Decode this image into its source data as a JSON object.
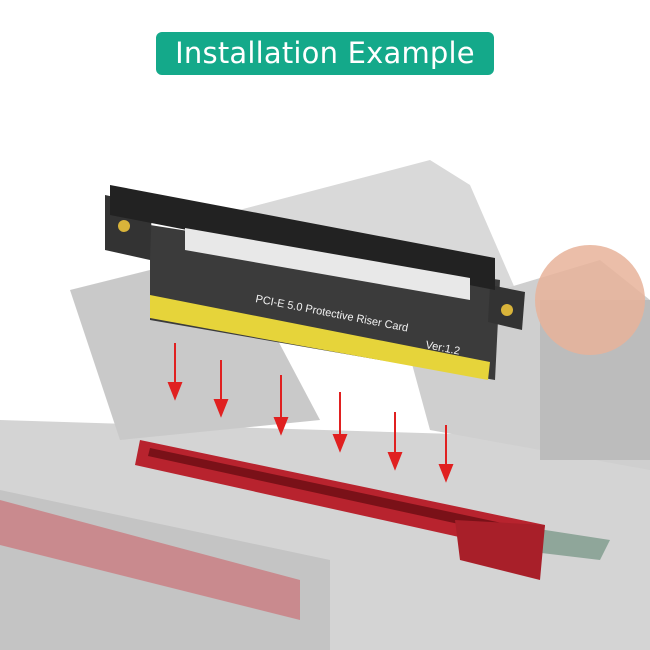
{
  "header": {
    "title": "Installation Example"
  },
  "card": {
    "label": "PCI-E  5.0 Protective Riser Card",
    "version": "Ver:1.2"
  },
  "colors": {
    "badge": "#14a98a",
    "arrow": "#e02020",
    "slot": "#b8232e",
    "gold": "#e6d43a"
  },
  "arrow_count": 6
}
